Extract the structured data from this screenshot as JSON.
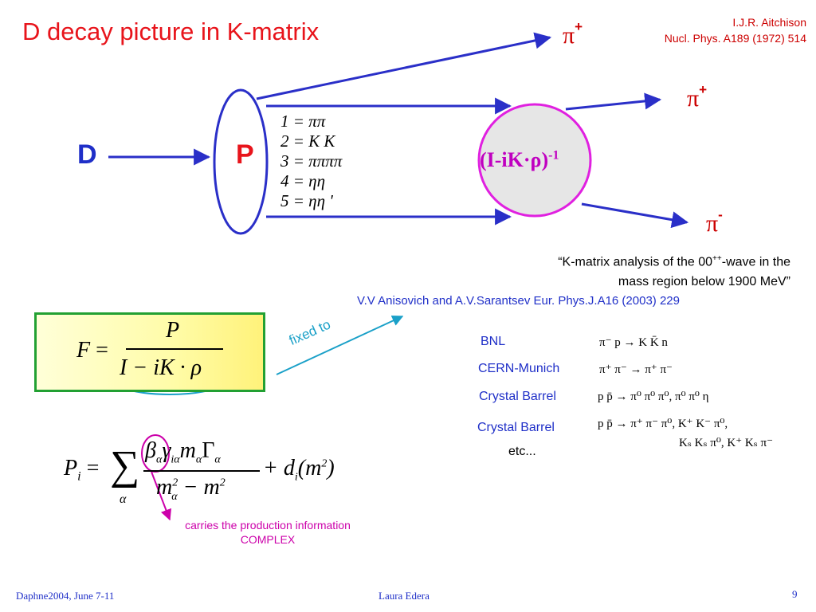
{
  "slide": {
    "title": "D decay picture in K-matrix",
    "reference": {
      "line1": "I.J.R. Aitchison",
      "line2": "Nucl. Phys. A189 (1972) 514"
    },
    "particles": {
      "pi_top": {
        "symbol": "π",
        "charge": "+"
      },
      "pi_mid": {
        "symbol": "π",
        "charge": "+"
      },
      "pi_bot": {
        "symbol": "π",
        "charge": "-"
      }
    },
    "d_label": "D",
    "p_label": "P",
    "channels": [
      "1 = ππ",
      "2 = K K",
      "3 = ππππ",
      "4 = ηη",
      "5 = ηη '"
    ],
    "kmatrix_label": "(I-iK·ρ)",
    "kmatrix_exp": "-1",
    "quote": {
      "line1_pre": "“K-matrix analysis of the 00",
      "line1_sup": "++",
      "line1_post": "-wave in the",
      "line2": "mass region below 1900 MeV”"
    },
    "anisovich_ref": "V.V Anisovich and A.V.Sarantsev Eur. Phys.J.A16 (2003) 229",
    "fixed_to": "fixed to",
    "formula_F": {
      "lhs": "F",
      "eq": "=",
      "num": "P",
      "den": "I − iK · ρ"
    },
    "formula_P": {
      "lhs": "P",
      "lhs_sub": "i",
      "eq": "=",
      "sum": "∑",
      "sum_sub": "α",
      "num": "β",
      "num_tail": "γ",
      "num_tail_sub": "iα",
      "num_m": "m",
      "num_m_sub": "α",
      "num_G": "Γ",
      "num_G_sub": "α",
      "den": "m",
      "den_sup": "2",
      "den_sub": "α",
      "den_minus": "− m",
      "den_minus_sup": "2",
      "plus": "+ d",
      "plus_sub": "i",
      "arg": "(m",
      "arg_sup": "2",
      "arg_close": ")"
    },
    "carries_line1": "carries the production information",
    "carries_line2": "COMPLEX",
    "experiments": [
      {
        "name": "BNL",
        "reaction": "π⁻ p → K K̄ n"
      },
      {
        "name": "CERN-Munich",
        "reaction": "π⁺ π⁻ → π⁺ π⁻"
      },
      {
        "name": "Crystal Barrel",
        "reaction": "p p̄ → π⁰ π⁰ π⁰, π⁰ π⁰ η"
      },
      {
        "name": "Crystal Barrel",
        "reaction_line1": "p p̄ → π⁺ π⁻ π⁰, K⁺ K⁻ π⁰,",
        "reaction_line2": "Kₛ Kₛ π⁰, K⁺ Kₛ π⁻"
      }
    ],
    "etc": "etc...",
    "footer": {
      "left": "Daphne2004, June 7-11",
      "center": "Laura Edera",
      "page": "9"
    },
    "colors": {
      "title_red": "#e8141b",
      "line_blue": "#2a2fc8",
      "box_green": "#22a032",
      "magenta": "#c000c0",
      "cyan": "#1aa0c8"
    }
  }
}
